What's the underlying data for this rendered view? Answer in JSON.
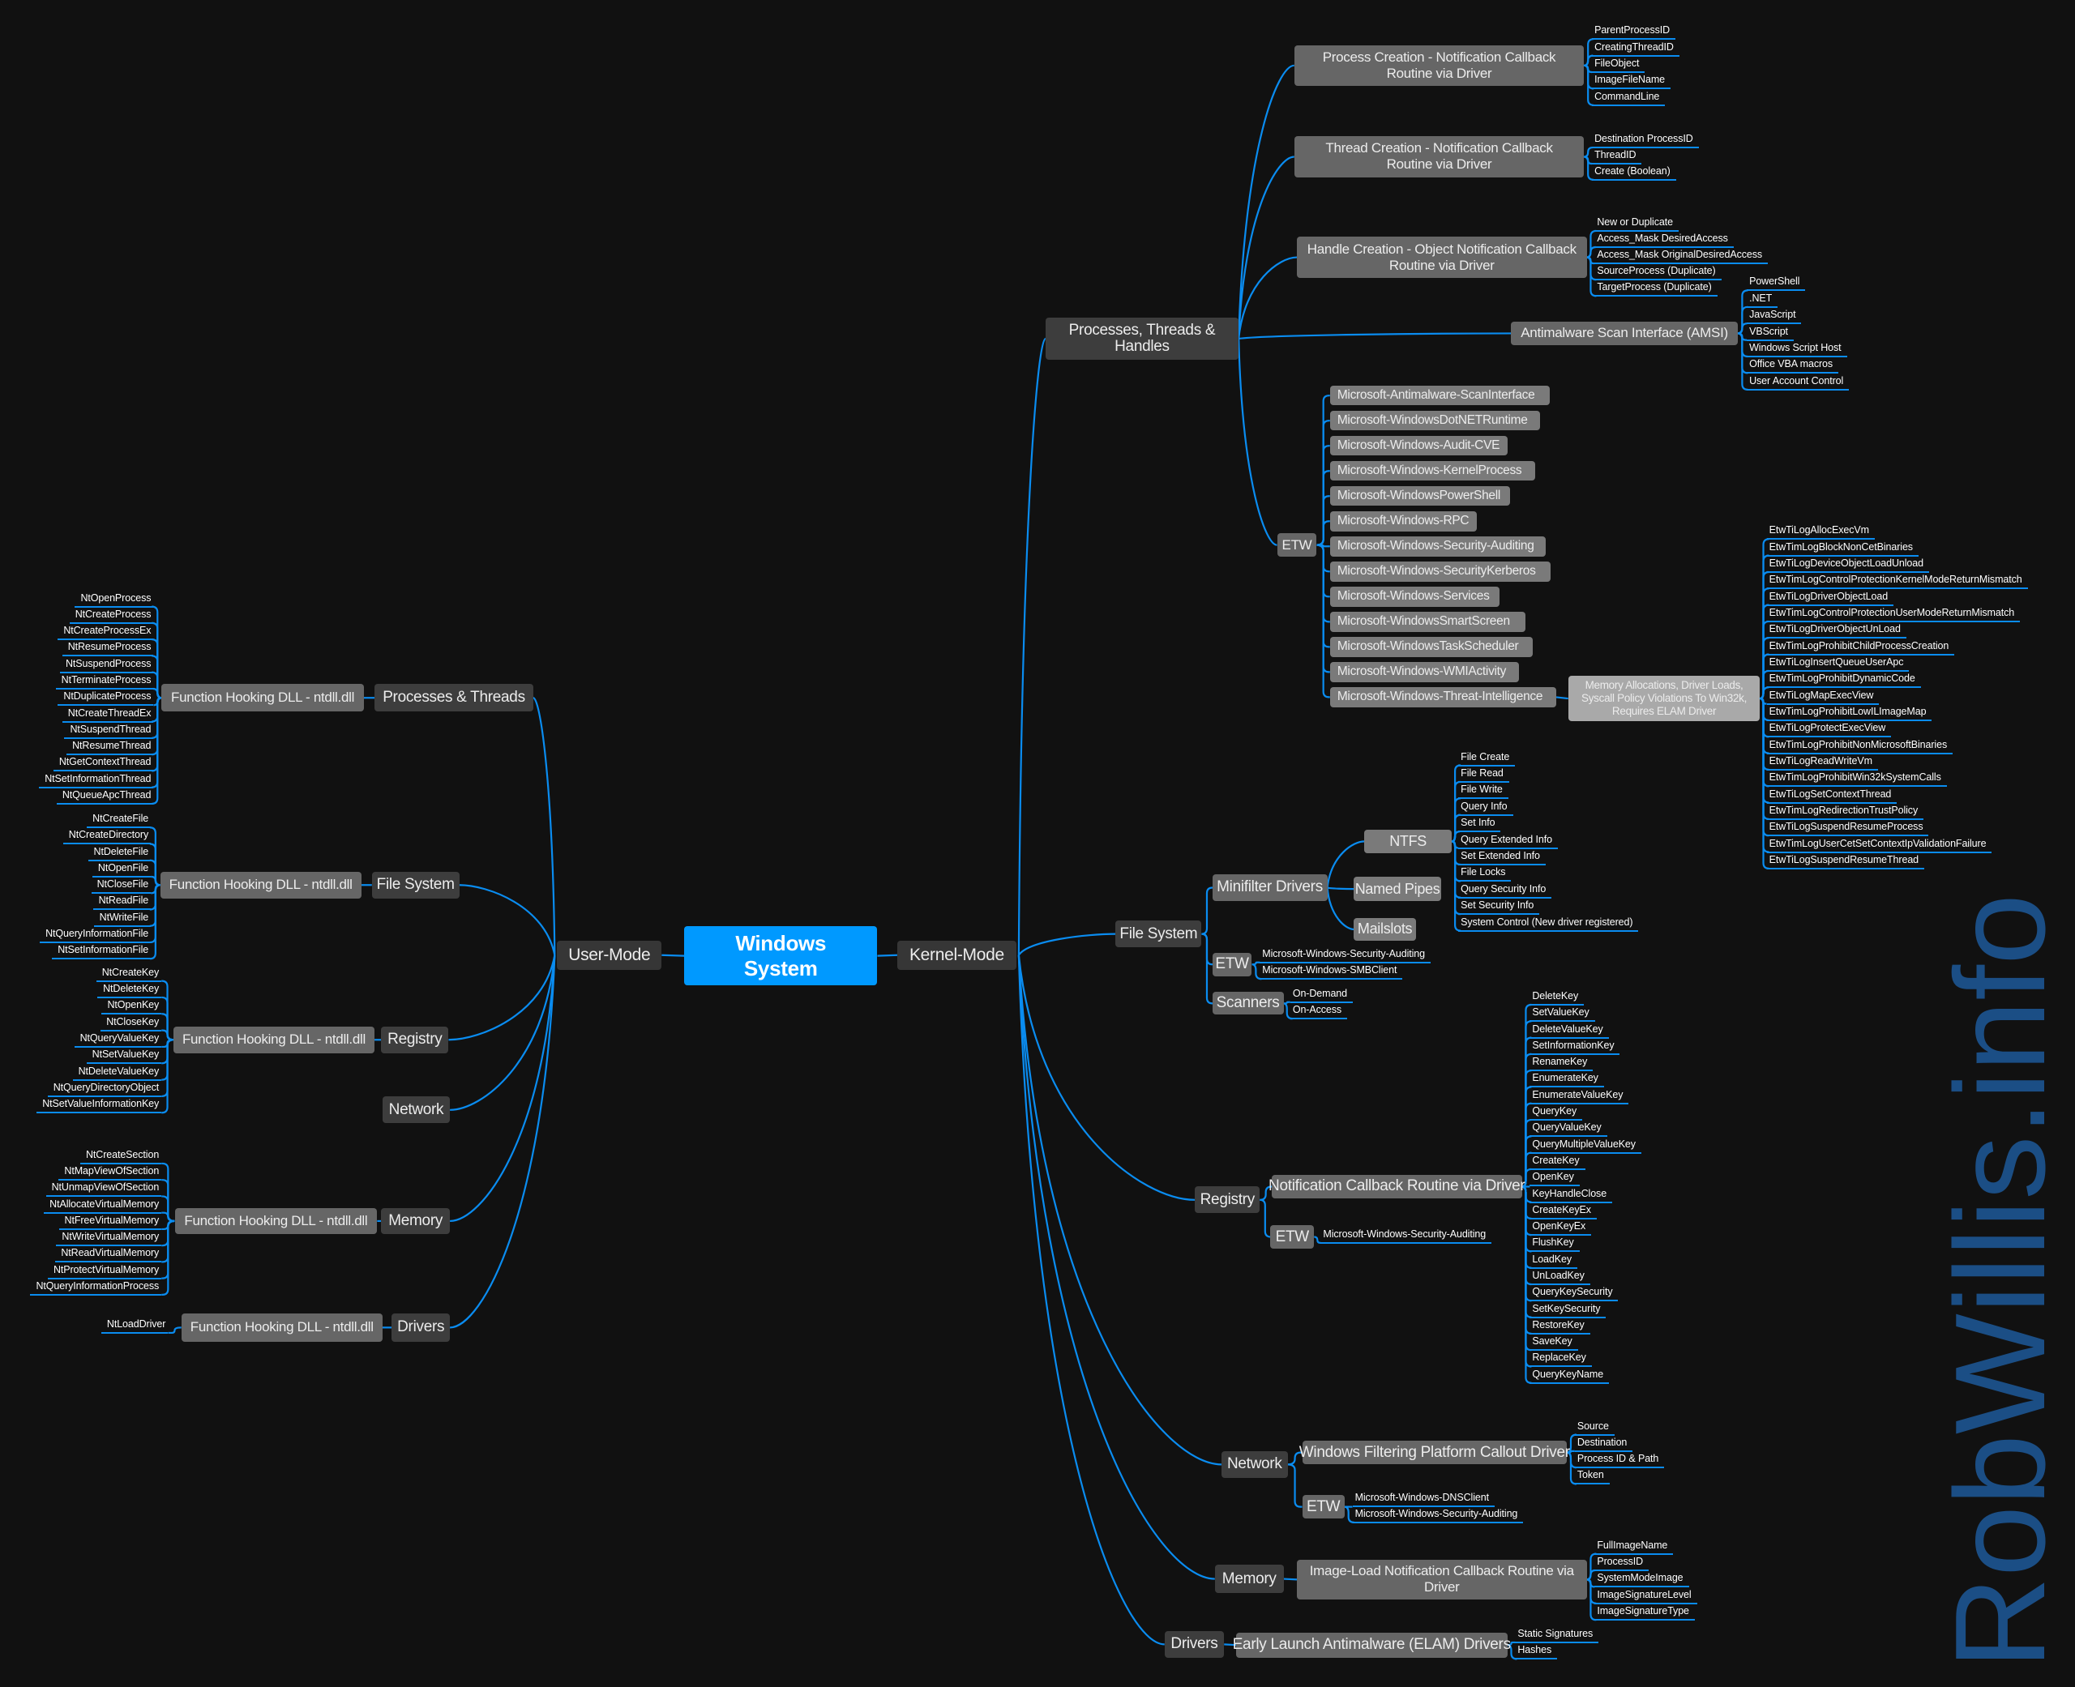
{
  "colors": {
    "background": "#111111",
    "accent": "#0099ff",
    "connector": "#0a8cf0",
    "watermark": "#1b4e85"
  },
  "root": {
    "label": "Windows System"
  },
  "watermark": "RobWillis.info",
  "user_mode": {
    "label": "User-Mode",
    "branches": [
      {
        "label": "Processes & Threads",
        "hook": {
          "label": "Function Hooking DLL - ntdll.dll",
          "functions": [
            "NtOpenProcess",
            "NtCreateProcess",
            "NtCreateProcessEx",
            "NtResumeProcess",
            "NtSuspendProcess",
            "NtTerminateProcess",
            "NtDuplicateProcess",
            "NtCreateThreadEx",
            "NtSuspendThread",
            "NtResumeThread",
            "NtGetContextThread",
            "NtSetInformationThread",
            "NtQueueApcThread"
          ]
        }
      },
      {
        "label": "File System",
        "hook": {
          "label": "Function Hooking DLL - ntdll.dll",
          "functions": [
            "NtCreateFile",
            "NtCreateDirectory",
            "NtDeleteFile",
            "NtOpenFile",
            "NtCloseFile",
            "NtReadFile",
            "NtWriteFile",
            "NtQueryInformationFile",
            "NtSetInformationFile"
          ]
        }
      },
      {
        "label": "Registry",
        "hook": {
          "label": "Function Hooking DLL - ntdll.dll",
          "functions": [
            "NtCreateKey",
            "NtDeleteKey",
            "NtOpenKey",
            "NtCloseKey",
            "NtQueryValueKey",
            "NtSetValueKey",
            "NtDeleteValueKey",
            "NtQueryDirectoryObject",
            "NtSetValueInformationKey"
          ]
        }
      },
      {
        "label": "Network"
      },
      {
        "label": "Memory",
        "hook": {
          "label": "Function Hooking DLL - ntdll.dll",
          "functions": [
            "NtCreateSection",
            "NtMapViewOfSection",
            "NtUnmapViewOfSection",
            "NtAllocateVirtualMemory",
            "NtFreeVirtualMemory",
            "NtWriteVirtualMemory",
            "NtReadVirtualMemory",
            "NtProtectVirtualMemory",
            "NtQueryInformationProcess"
          ]
        }
      },
      {
        "label": "Drivers",
        "hook": {
          "label": "Function Hooking DLL - ntdll.dll",
          "functions": [
            "NtLoadDriver"
          ]
        }
      }
    ]
  },
  "kernel_mode": {
    "label": "Kernel-Mode",
    "branches": [
      {
        "label": "Processes, Threads & Handles",
        "children": [
          {
            "label": "Process Creation - Notification Callback Routine via Driver",
            "items": [
              "ParentProcessID",
              "CreatingThreadID",
              "FileObject",
              "ImageFileName",
              "CommandLine"
            ]
          },
          {
            "label": "Thread Creation - Notification Callback Routine via Driver",
            "items": [
              "Destination ProcessID",
              "ThreadID",
              "Create (Boolean)"
            ]
          },
          {
            "label": "Handle Creation - Object Notification Callback Routine via Driver",
            "items": [
              "New or Duplicate",
              "Access_Mask DesiredAccess",
              "Access_Mask OriginalDesiredAccess",
              "SourceProcess (Duplicate)",
              "TargetProcess (Duplicate)"
            ]
          },
          {
            "label": "Antimalware Scan Interface (AMSI)",
            "items": [
              "PowerShell",
              ".NET",
              "JavaScript",
              "VBScript",
              "Windows Script Host",
              "Office VBA macros",
              "User Account Control"
            ]
          },
          {
            "label": "ETW",
            "providers": [
              "Microsoft-Antimalware-ScanInterface",
              "Microsoft-WindowsDotNETRuntime",
              "Microsoft-Windows-Audit-CVE",
              "Microsoft-Windows-KernelProcess",
              "Microsoft-WindowsPowerShell",
              "Microsoft-Windows-RPC",
              "Microsoft-Windows-Security-Auditing",
              "Microsoft-Windows-SecurityKerberos",
              "Microsoft-Windows-Services",
              "Microsoft-WindowsSmartScreen",
              "Microsoft-WindowsTaskScheduler",
              "Microsoft-Windows-WMIActivity",
              "Microsoft-Windows-Threat-Intelligence"
            ],
            "threat_intel": {
              "label": "Memory Allocations, Driver Loads, Syscall Policy Violations To Win32k, Requires ELAM Driver",
              "events": [
                "EtwTiLogAllocExecVm",
                "EtwTimLogBlockNonCetBinaries",
                "EtwTiLogDeviceObjectLoadUnload",
                "EtwTimLogControlProtectionKernelModeReturnMismatch",
                "EtwTiLogDriverObjectLoad",
                "EtwTimLogControlProtectionUserModeReturnMismatch",
                "EtwTiLogDriverObjectUnLoad",
                "EtwTimLogProhibitChildProcessCreation",
                "EtwTiLogInsertQueueUserApc",
                "EtwTimLogProhibitDynamicCode",
                "EtwTiLogMapExecView",
                "EtwTimLogProhibitLowILImageMap",
                "EtwTiLogProtectExecView",
                "EtwTimLogProhibitNonMicrosoftBinaries",
                "EtwTiLogReadWriteVm",
                "EtwTimLogProhibitWin32kSystemCalls",
                "EtwTiLogSetContextThread",
                "EtwTimLogRedirectionTrustPolicy",
                "EtwTiLogSuspendResumeProcess",
                "EtwTimLogUserCetSetContextIpValidationFailure",
                "EtwTiLogSuspendResumeThread"
              ]
            }
          }
        ]
      },
      {
        "label": "File System",
        "children": [
          {
            "label": "Minifilter Drivers",
            "children": [
              {
                "label": "NTFS",
                "items": [
                  "File Create",
                  "File Read",
                  "File Write",
                  "Query Info",
                  "Set Info",
                  "Query Extended Info",
                  "Set Extended Info",
                  "File Locks",
                  "Query Security Info",
                  "Set Security Info",
                  "System Control (New driver registered)"
                ]
              },
              {
                "label": "Named Pipes"
              },
              {
                "label": "Mailslots"
              }
            ]
          },
          {
            "label": "ETW",
            "items": [
              "Microsoft-Windows-Security-Auditing",
              "Microsoft-Windows-SMBClient"
            ]
          },
          {
            "label": "Scanners",
            "items": [
              "On-Demand",
              "On-Access"
            ]
          }
        ]
      },
      {
        "label": "Registry",
        "children": [
          {
            "label": "Notification Callback Routine via Driver",
            "items": [
              "DeleteKey",
              "SetValueKey",
              "DeleteValueKey",
              "SetInformationKey",
              "RenameKey",
              "EnumerateKey",
              "EnumerateValueKey",
              "QueryKey",
              "QueryValueKey",
              "QueryMultipleValueKey",
              "CreateKey",
              "OpenKey",
              "KeyHandleClose",
              "CreateKeyEx",
              "OpenKeyEx",
              "FlushKey",
              "LoadKey",
              "UnLoadKey",
              "QueryKeySecurity",
              "SetKeySecurity",
              "RestoreKey",
              "SaveKey",
              "ReplaceKey",
              "QueryKeyName"
            ]
          },
          {
            "label": "ETW",
            "items": [
              "Microsoft-Windows-Security-Auditing"
            ]
          }
        ]
      },
      {
        "label": "Network",
        "children": [
          {
            "label": "Windows Filtering Platform Callout Driver",
            "items": [
              "Source",
              "Destination",
              "Process ID & Path",
              "Token"
            ]
          },
          {
            "label": "ETW",
            "items": [
              "Microsoft-Windows-DNSClient",
              "Microsoft-Windows-Security-Auditing"
            ]
          }
        ]
      },
      {
        "label": "Memory",
        "children": [
          {
            "label": "Image-Load Notification Callback Routine via Driver",
            "items": [
              "FullImageName",
              "ProcessID",
              "SystemModeImage",
              "ImageSignatureLevel",
              "ImageSignatureType"
            ]
          }
        ]
      },
      {
        "label": "Drivers",
        "children": [
          {
            "label": "Early Launch Antimalware (ELAM) Drivers",
            "items": [
              "Static Signatures",
              "Hashes"
            ]
          }
        ]
      }
    ]
  }
}
